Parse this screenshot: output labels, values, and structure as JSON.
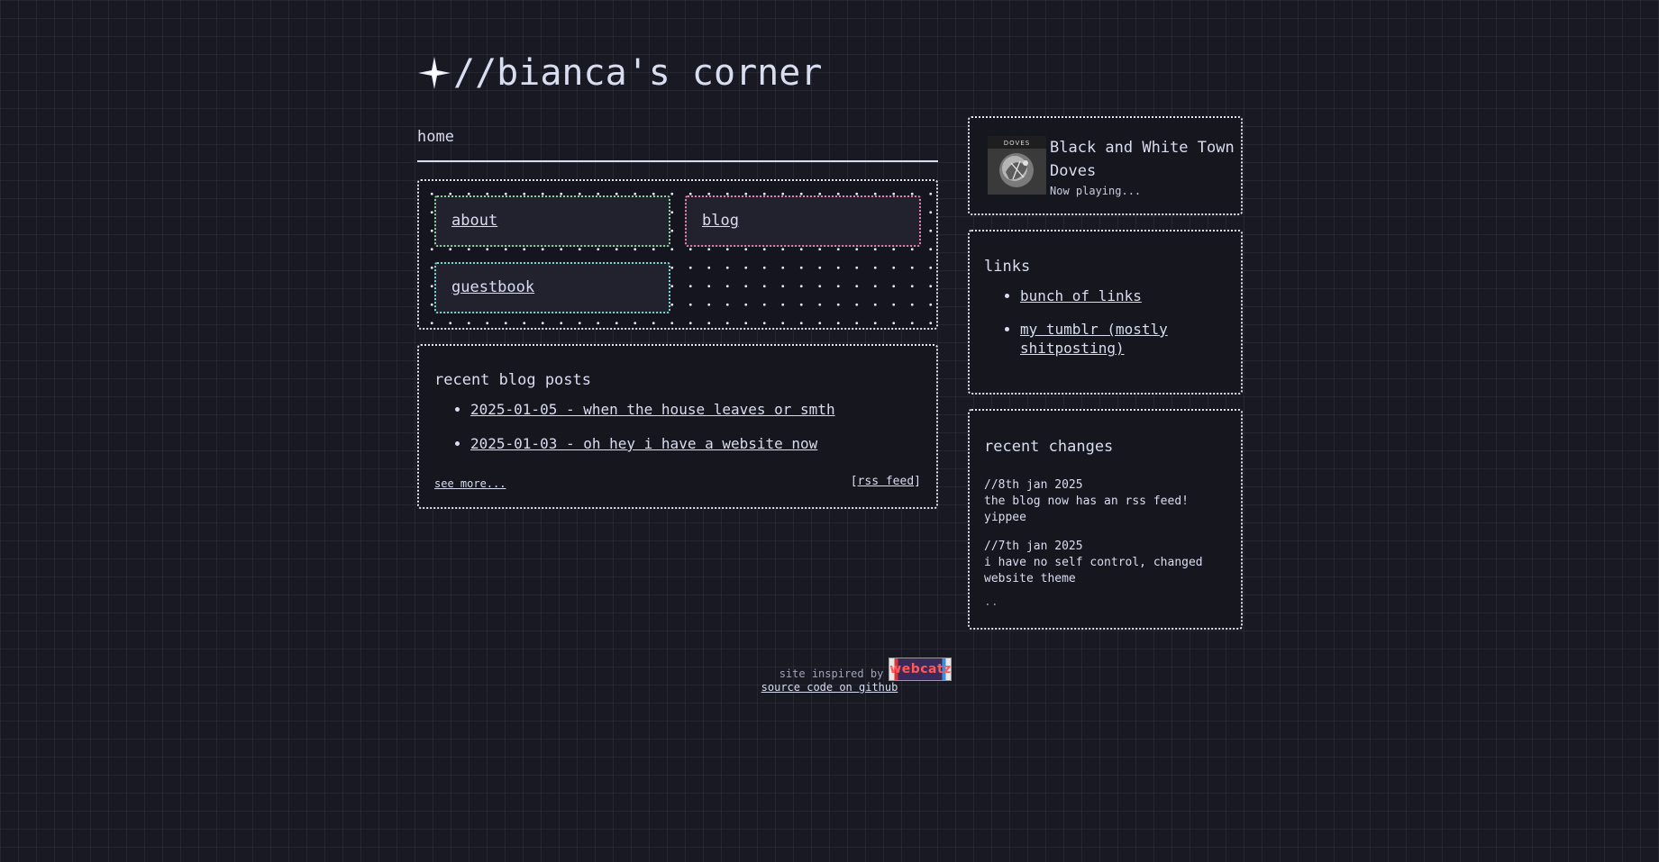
{
  "site": {
    "title": "//bianca's corner",
    "icon": "sparkle-icon"
  },
  "nav": {
    "home_label": "home"
  },
  "menu": {
    "tiles": [
      {
        "label": "about",
        "color": "#8fd49a"
      },
      {
        "label": "blog",
        "color": "#e383ae"
      },
      {
        "label": "guestbook",
        "color": "#7fd6d7"
      }
    ]
  },
  "posts": {
    "heading": "recent blog posts",
    "items": [
      {
        "label": "2025-01-05 - when the house leaves or smth"
      },
      {
        "label": "2025-01-03 - oh hey i have a website now"
      }
    ],
    "see_more": "see more...",
    "rss_open": "[",
    "rss_label": "rss feed",
    "rss_close": "]"
  },
  "now_playing": {
    "track": "Black and White Town",
    "artist": "Doves",
    "status": "Now playing...",
    "album_art_text": "DOVES"
  },
  "links": {
    "heading": "links",
    "items": [
      {
        "label": "bunch of links"
      },
      {
        "label": "my tumblr (mostly shitposting)"
      }
    ]
  },
  "changes": {
    "heading": "recent changes",
    "entries": [
      {
        "date": "//8th jan 2025",
        "text": "the blog now has an rss feed! yippee"
      },
      {
        "date": "//7th jan 2025",
        "text": "i have no self control, changed website theme"
      }
    ],
    "more": ".."
  },
  "footer": {
    "inspired_by": "site inspired by",
    "badge_text": "webcatz",
    "source_label": "source code on github"
  },
  "colors": {
    "background": "#191924",
    "text": "#d8ddf0",
    "about_accent": "#8fd49a",
    "blog_accent": "#e383ae",
    "guestbook_accent": "#7fd6d7"
  }
}
